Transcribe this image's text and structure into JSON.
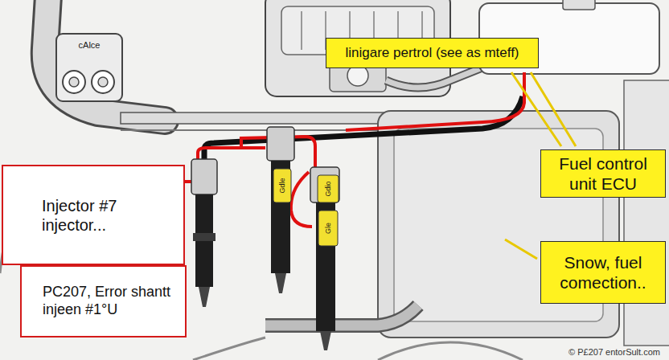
{
  "diagram": {
    "nodes": [
      {
        "text": [
          "linigare pertrol (see as mteff)"
        ]
      },
      {
        "text": [
          "Fuel control unit ECU"
        ]
      },
      {
        "text": [
          "Injector #7 injector..."
        ]
      },
      {
        "text": [
          "Snow, fuel comection.."
        ]
      },
      {
        "text": [
          "PC207, Error shantt injeen #1°U"
        ]
      }
    ],
    "labels": [
      "cAlce",
      "Gdle",
      "Gdio",
      "Gle",
      "© P£207 entorSult.com"
    ]
  }
}
